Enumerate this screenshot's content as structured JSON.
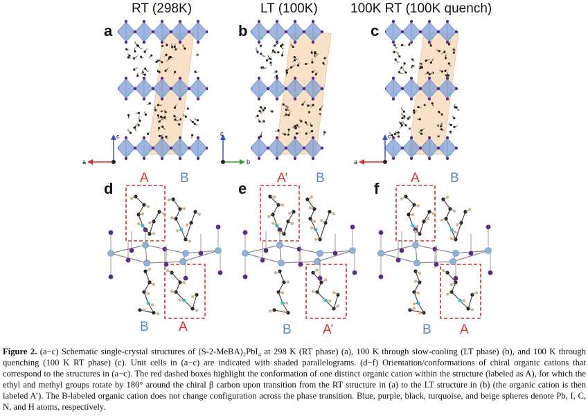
{
  "column_titles": [
    "RT (298K)",
    "LT (100K)",
    "100K RT (100K quench)"
  ],
  "panel_labels": [
    "a",
    "b",
    "c",
    "d",
    "e",
    "f"
  ],
  "axes": {
    "a": {
      "horizontal": "a",
      "vertical": "c"
    },
    "b": {
      "horizontal": "b",
      "vertical": "c"
    },
    "c": {
      "horizontal": "a",
      "vertical": "c"
    }
  },
  "cation_labels": {
    "d": {
      "top_left": "A",
      "top_right": "B",
      "bottom_left": "B",
      "bottom_right": "A"
    },
    "e": {
      "top_left": "A’",
      "top_right": "B",
      "bottom_left": "B",
      "bottom_right": "A’"
    },
    "f": {
      "top_left": "A",
      "top_right": "B",
      "bottom_left": "B",
      "bottom_right": "A"
    }
  },
  "colors": {
    "Pb": "#8fb4d9",
    "I": "#5b2a86",
    "C": "#222222",
    "N": "#3cc7c7",
    "H": "#d8b48a",
    "octahedra": "#7f9fd6",
    "unit_cell": "#f6d9b8",
    "highlight_box": "#e0302b"
  },
  "caption": {
    "label": "Figure 2.",
    "text": " (a−c) Schematic single-crystal structures of (S-2-MeBA)₂PbI₄ at 298 K (RT phase) (a), 100 K through slow-cooling (LT phase) (b), and 100 K through quenching (100 K RT phase) (c). Unit cells in (a−c) are indicated with shaded parallelograms. (d−f) Orientation/conformations of chiral organic cations that correspond to the structures in (a−c). The red dashed boxes highlight the conformation of one distinct organic cation within the structure (labeled as A), for which the ethyl and methyl groups rotate by 180° around the chiral β carbon upon transition from the RT structure in (a) to the LT structure in (b) (the organic cation is then labeled A’). The B-labeled organic cation does not change configuration across the phase transition. Blue, purple, black, turquoise, and beige spheres denote Pb, I, C, N, and H atoms, respectively."
  }
}
